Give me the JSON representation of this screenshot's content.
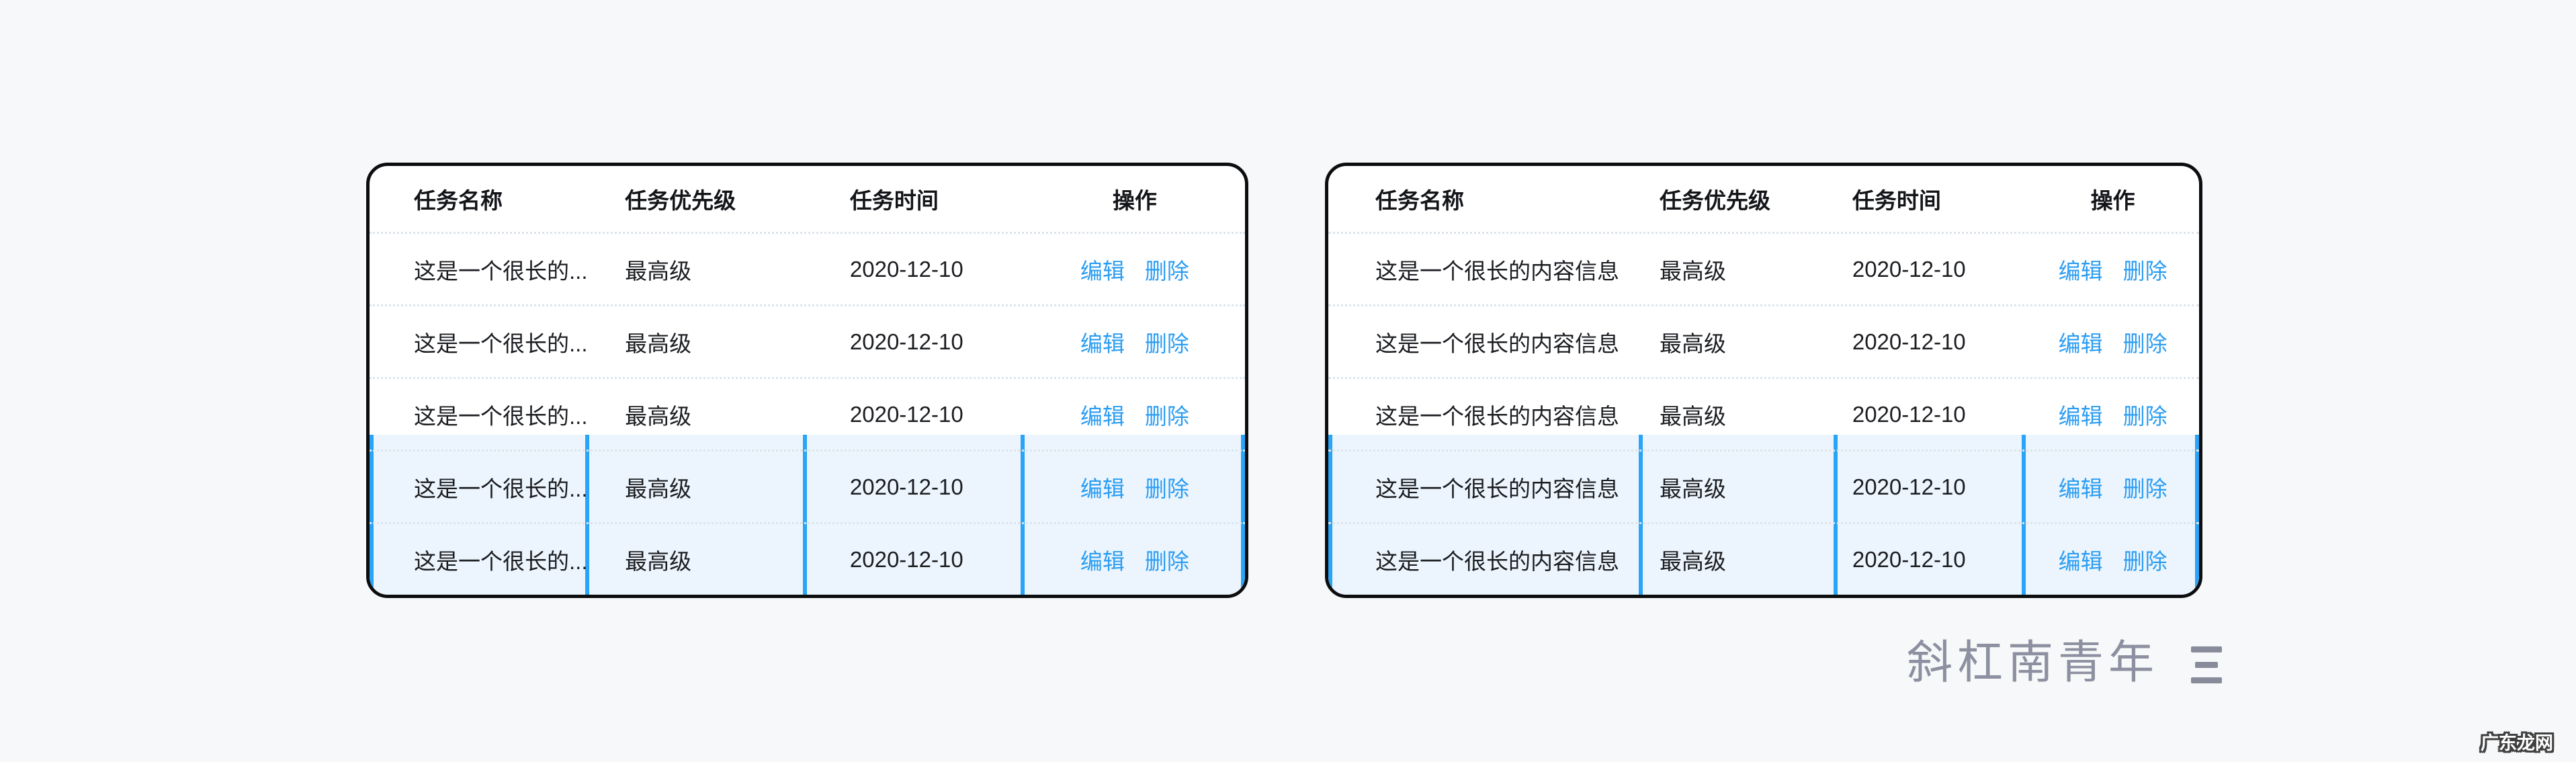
{
  "page": {
    "background_color": "#f7f8f9"
  },
  "colors": {
    "card_border": "#0c0d0f",
    "link_blue": "#2b9df3",
    "selection_line_blue": "#29a4f6",
    "selection_background": "#ecf5fd",
    "row_divider": "#dde4ea",
    "header_text": "#131519",
    "body_text": "#1b1d21",
    "watermark_gray": "#8c90a0"
  },
  "tables": [
    {
      "position": "left",
      "columns": [
        {
          "label": "任务名称"
        },
        {
          "label": "任务优先级"
        },
        {
          "label": "任务时间"
        },
        {
          "label": "操作"
        }
      ],
      "actions": {
        "edit": "编辑",
        "delete": "删除"
      },
      "rows": [
        {
          "name": "这是一个很长的...",
          "priority": "最高级",
          "time": "2020-12-10",
          "selected": false
        },
        {
          "name": "这是一个很长的...",
          "priority": "最高级",
          "time": "2020-12-10",
          "selected": false
        },
        {
          "name": "这是一个很长的...",
          "priority": "最高级",
          "time": "2020-12-10",
          "selected": false
        },
        {
          "name": "这是一个很长的...",
          "priority": "最高级",
          "time": "2020-12-10",
          "selected": true
        },
        {
          "name": "这是一个很长的...",
          "priority": "最高级",
          "time": "2020-12-10",
          "selected": true
        }
      ]
    },
    {
      "position": "right",
      "columns": [
        {
          "label": "任务名称"
        },
        {
          "label": "任务优先级"
        },
        {
          "label": "任务时间"
        },
        {
          "label": "操作"
        }
      ],
      "actions": {
        "edit": "编辑",
        "delete": "删除"
      },
      "rows": [
        {
          "name": "这是一个很长的内容信息",
          "priority": "最高级",
          "time": "2020-12-10",
          "selected": false
        },
        {
          "name": "这是一个很长的内容信息",
          "priority": "最高级",
          "time": "2020-12-10",
          "selected": false
        },
        {
          "name": "这是一个很长的内容信息",
          "priority": "最高级",
          "time": "2020-12-10",
          "selected": false
        },
        {
          "name": "这是一个很长的内容信息",
          "priority": "最高级",
          "time": "2020-12-10",
          "selected": true
        },
        {
          "name": "这是一个很长的内容信息",
          "priority": "最高级",
          "time": "2020-12-10",
          "selected": true
        }
      ]
    }
  ],
  "watermark": {
    "text": "斜杠南青年",
    "icon": "three-bars-icon"
  },
  "site_badge": {
    "text": "广东龙网"
  }
}
